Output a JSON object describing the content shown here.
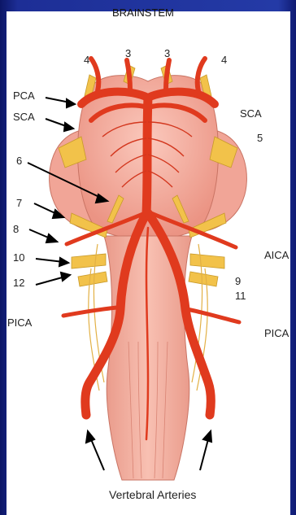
{
  "title": "BRAINSTEM",
  "labels": {
    "cn4_left": "4",
    "cn3_left": "3",
    "cn3_right": "3",
    "cn4_right": "4",
    "pca": "PCA",
    "sca_left": "SCA",
    "sca_right": "SCA",
    "cn5": "5",
    "cn6": "6",
    "cn7": "7",
    "cn8": "8",
    "cn10": "10",
    "cn12": "12",
    "aica": "AICA",
    "cn9": "9",
    "cn11": "11",
    "pica_left": "PICA",
    "pica_right": "PICA",
    "vertebral": "Vertebral Arteries"
  },
  "colors": {
    "background": "#1a2a8c",
    "tissue": "#f3a89a",
    "artery": "#e03a1e",
    "nerve": "#f2c24a"
  }
}
